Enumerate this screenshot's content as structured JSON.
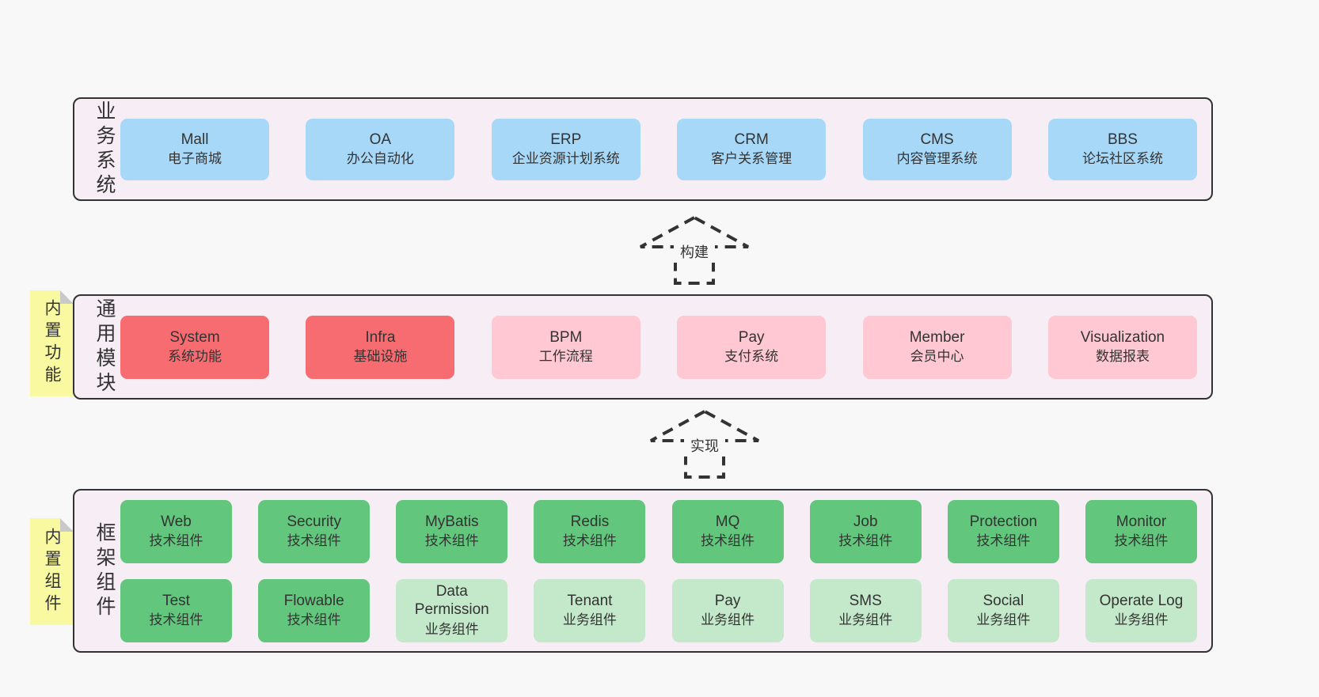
{
  "panels": [
    {
      "label": "业务系统",
      "note": null,
      "rows": [
        [
          {
            "title": "Mall",
            "subtitle": "电子商城"
          },
          {
            "title": "OA",
            "subtitle": "办公自动化"
          },
          {
            "title": "ERP",
            "subtitle": "企业资源计划系统"
          },
          {
            "title": "CRM",
            "subtitle": "客户关系管理"
          },
          {
            "title": "CMS",
            "subtitle": "内容管理系统"
          },
          {
            "title": "BBS",
            "subtitle": "论坛社区系统"
          }
        ]
      ]
    },
    {
      "label": "通用模块",
      "note": "内置功能",
      "rows": [
        [
          {
            "title": "System",
            "subtitle": "系统功能"
          },
          {
            "title": "Infra",
            "subtitle": "基础设施"
          },
          {
            "title": "BPM",
            "subtitle": "工作流程"
          },
          {
            "title": "Pay",
            "subtitle": "支付系统"
          },
          {
            "title": "Member",
            "subtitle": "会员中心"
          },
          {
            "title": "Visualization",
            "subtitle": "数据报表"
          }
        ]
      ]
    },
    {
      "label": "框架组件",
      "note": "内置组件",
      "rows": [
        [
          {
            "title": "Web",
            "subtitle": "技术组件"
          },
          {
            "title": "Security",
            "subtitle": "技术组件"
          },
          {
            "title": "MyBatis",
            "subtitle": "技术组件"
          },
          {
            "title": "Redis",
            "subtitle": "技术组件"
          },
          {
            "title": "MQ",
            "subtitle": "技术组件"
          },
          {
            "title": "Job",
            "subtitle": "技术组件"
          },
          {
            "title": "Protection",
            "subtitle": "技术组件"
          },
          {
            "title": "Monitor",
            "subtitle": "技术组件"
          }
        ],
        [
          {
            "title": "Test",
            "subtitle": "技术组件"
          },
          {
            "title": "Flowable",
            "subtitle": "技术组件"
          },
          {
            "title": "Data Permission",
            "subtitle": "业务组件"
          },
          {
            "title": "Tenant",
            "subtitle": "业务组件"
          },
          {
            "title": "Pay",
            "subtitle": "业务组件"
          },
          {
            "title": "SMS",
            "subtitle": "业务组件"
          },
          {
            "title": "Social",
            "subtitle": "业务组件"
          },
          {
            "title": "Operate Log",
            "subtitle": "业务组件"
          }
        ]
      ]
    }
  ],
  "arrows": [
    {
      "label": "构建"
    },
    {
      "label": "实现"
    }
  ],
  "colors": {
    "page_background": "#f8f8f8",
    "panel_background": "#f7edf5",
    "panel_border": "#333333",
    "business_system_box": "#a7d8f8",
    "core_module_box": "#f76c70",
    "extra_module_box": "#ffc8d3",
    "tech_component_box": "#63c67d",
    "biz_component_box": "#c4e8ca",
    "sticky_note": "#f9f9a2",
    "sticky_note_fold": "#c9c9c9",
    "text": "#333333"
  }
}
